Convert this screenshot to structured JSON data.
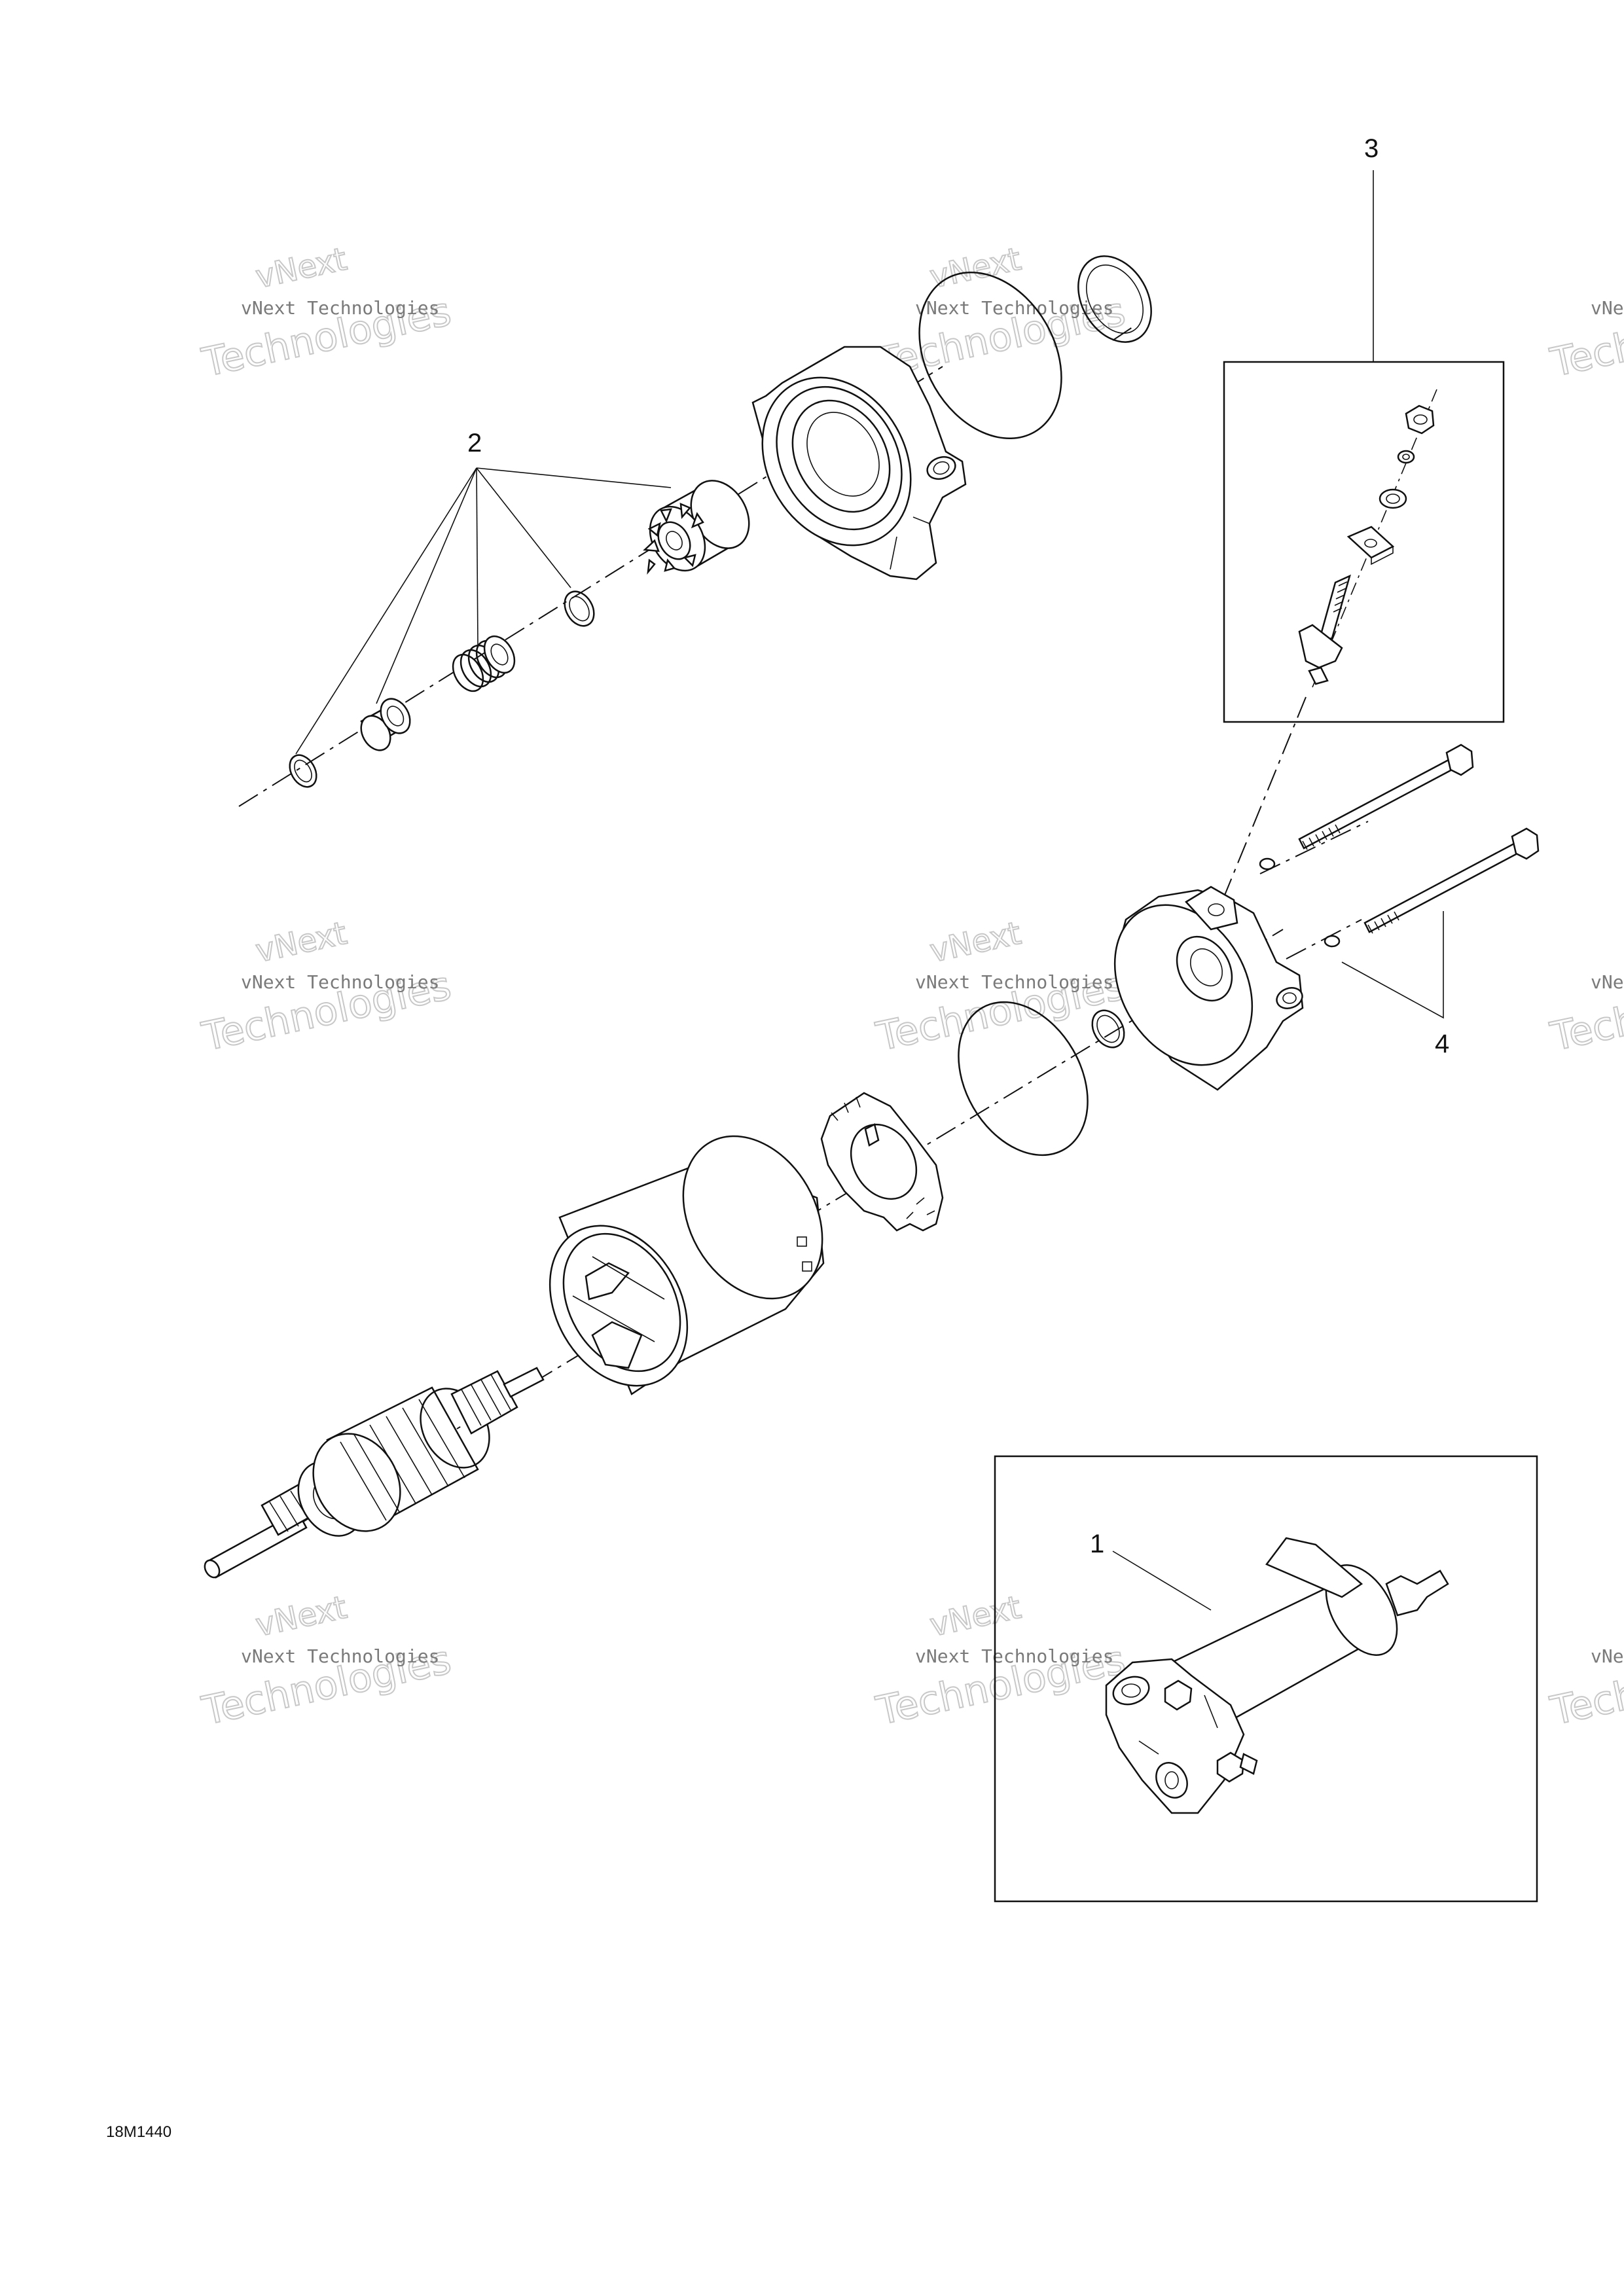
{
  "callouts": {
    "c1": "1",
    "c2": "2",
    "c3": "3",
    "c4": "4"
  },
  "figure_code": "18M1440",
  "watermark": {
    "small": "vNext Technologies",
    "big": "Technologies",
    "top": "vNext"
  }
}
